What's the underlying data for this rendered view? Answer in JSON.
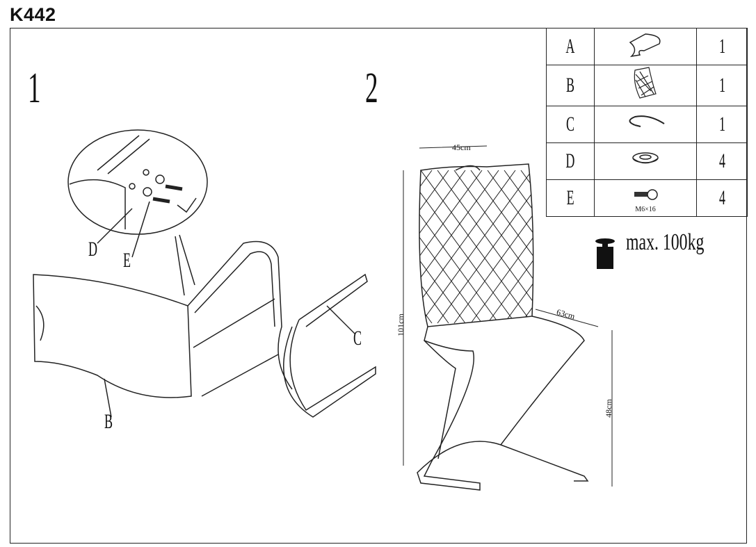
{
  "title": "K442",
  "steps": [
    "1",
    "2"
  ],
  "step1_labels": {
    "washer": "D",
    "bolt": "E",
    "backrest": "B",
    "base": "C"
  },
  "dimensions": {
    "width": "45cm",
    "height": "101cm",
    "depth": "63cm",
    "seat_height": "48cm"
  },
  "max_load": "max. 100kg",
  "parts": [
    {
      "letter": "A",
      "icon": "seat-frame-icon",
      "qty": "1"
    },
    {
      "letter": "B",
      "icon": "backrest-icon",
      "qty": "1"
    },
    {
      "letter": "C",
      "icon": "base-icon",
      "qty": "1"
    },
    {
      "letter": "D",
      "icon": "washer-icon",
      "qty": "4"
    },
    {
      "letter": "E",
      "icon": "bolt-icon",
      "qty": "4",
      "spec": "M6×16"
    }
  ]
}
